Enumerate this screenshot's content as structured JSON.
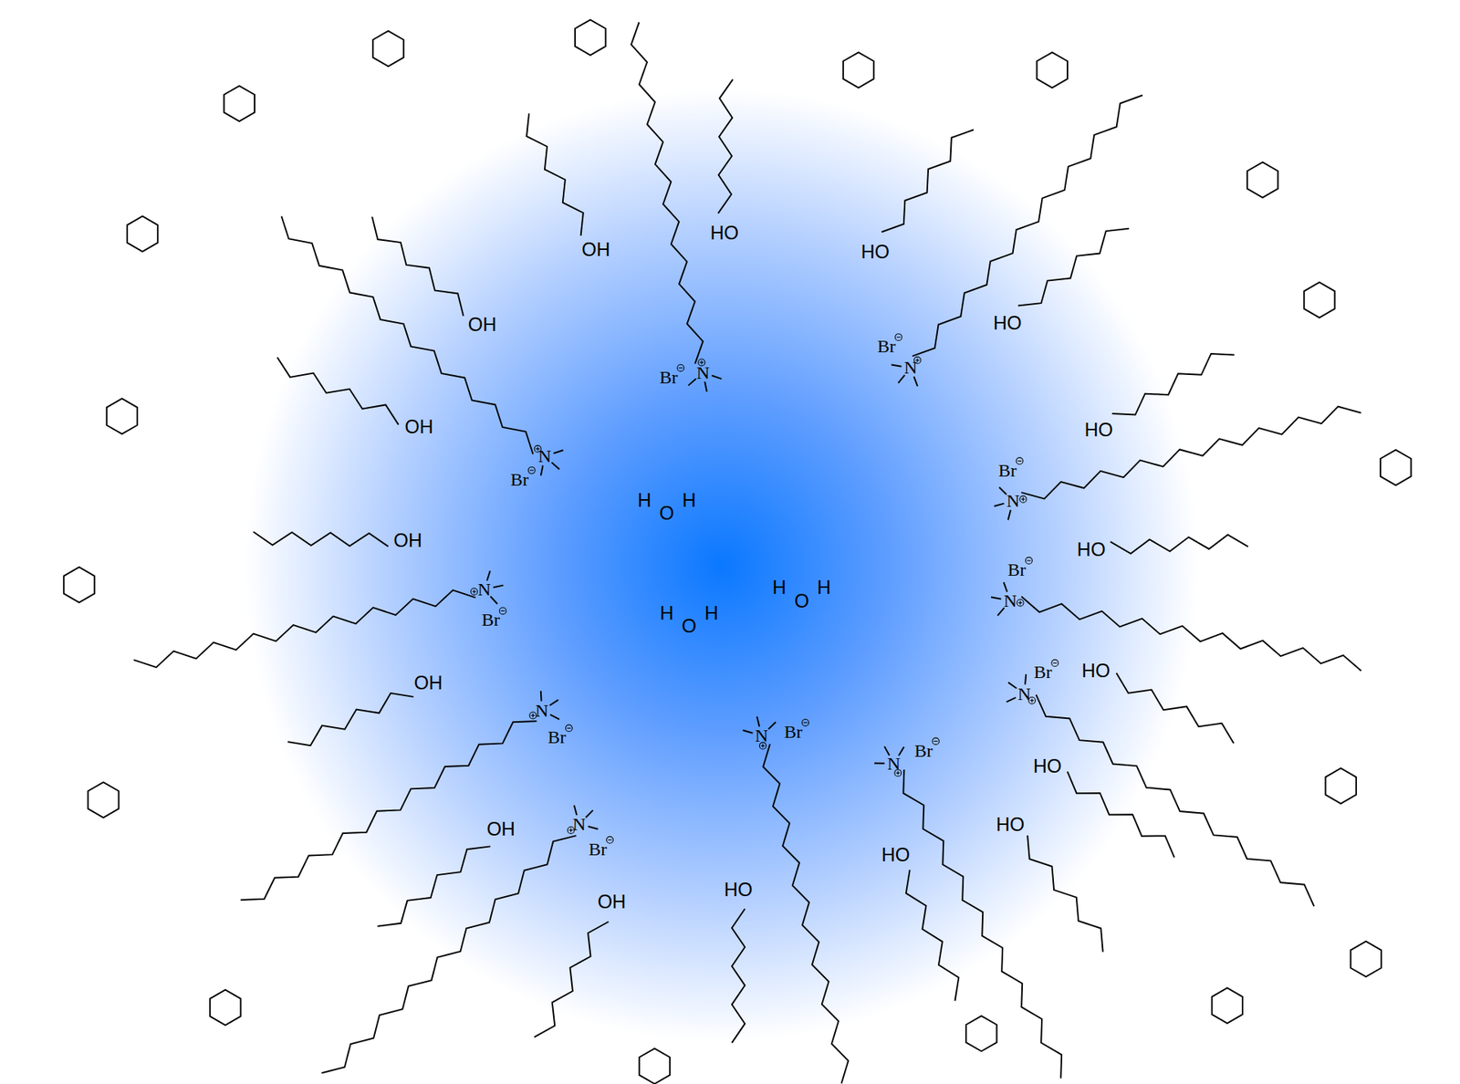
{
  "diagram": {
    "labels": [
      "OH",
      "HO",
      "HO",
      "OH",
      "HO",
      "OH",
      "HO",
      "OH",
      "HO",
      "OH",
      "HO",
      "HO",
      "OH",
      "HO",
      "OH",
      "HO",
      "HO",
      "N",
      "Br",
      "N",
      "Br",
      "N",
      "Br",
      "N",
      "Br",
      "N",
      "Br",
      "N",
      "Br",
      "N",
      "Br",
      "N",
      "Br",
      "N",
      "Br",
      "N",
      "Br",
      "N",
      "Br",
      "H",
      "O",
      "H",
      "H",
      "O",
      "H",
      "H",
      "O",
      "H"
    ]
  }
}
